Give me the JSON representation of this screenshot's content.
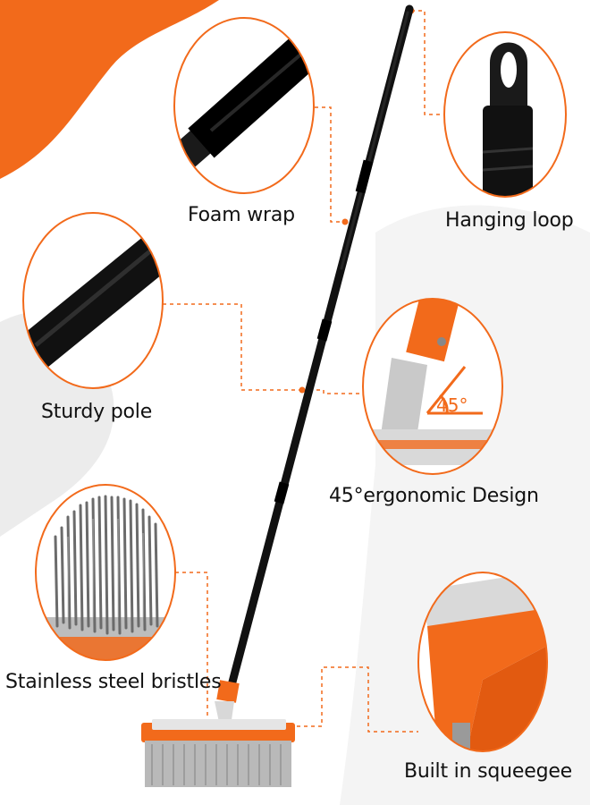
{
  "colors": {
    "accent_orange": "#f26a1b",
    "pole_black": "#111111",
    "circle_border": "#f26a1b",
    "background_gray": "#ececec"
  },
  "callouts": [
    {
      "id": "foam-wrap",
      "label": "Foam wrap",
      "icon": "foam-wrap-closeup"
    },
    {
      "id": "hanging-loop",
      "label": "Hanging loop",
      "icon": "hanging-loop-closeup"
    },
    {
      "id": "sturdy-pole",
      "label": "Sturdy pole",
      "icon": "pole-closeup"
    },
    {
      "id": "ergonomic",
      "label": "45°ergonomic Design",
      "icon": "angle-joint-closeup"
    },
    {
      "id": "bristles",
      "label": "Stainless steel bristles",
      "icon": "bristles-closeup"
    },
    {
      "id": "squeegee",
      "label": "Built in squeegee",
      "icon": "squeegee-closeup"
    }
  ],
  "angle_marker": "45°"
}
